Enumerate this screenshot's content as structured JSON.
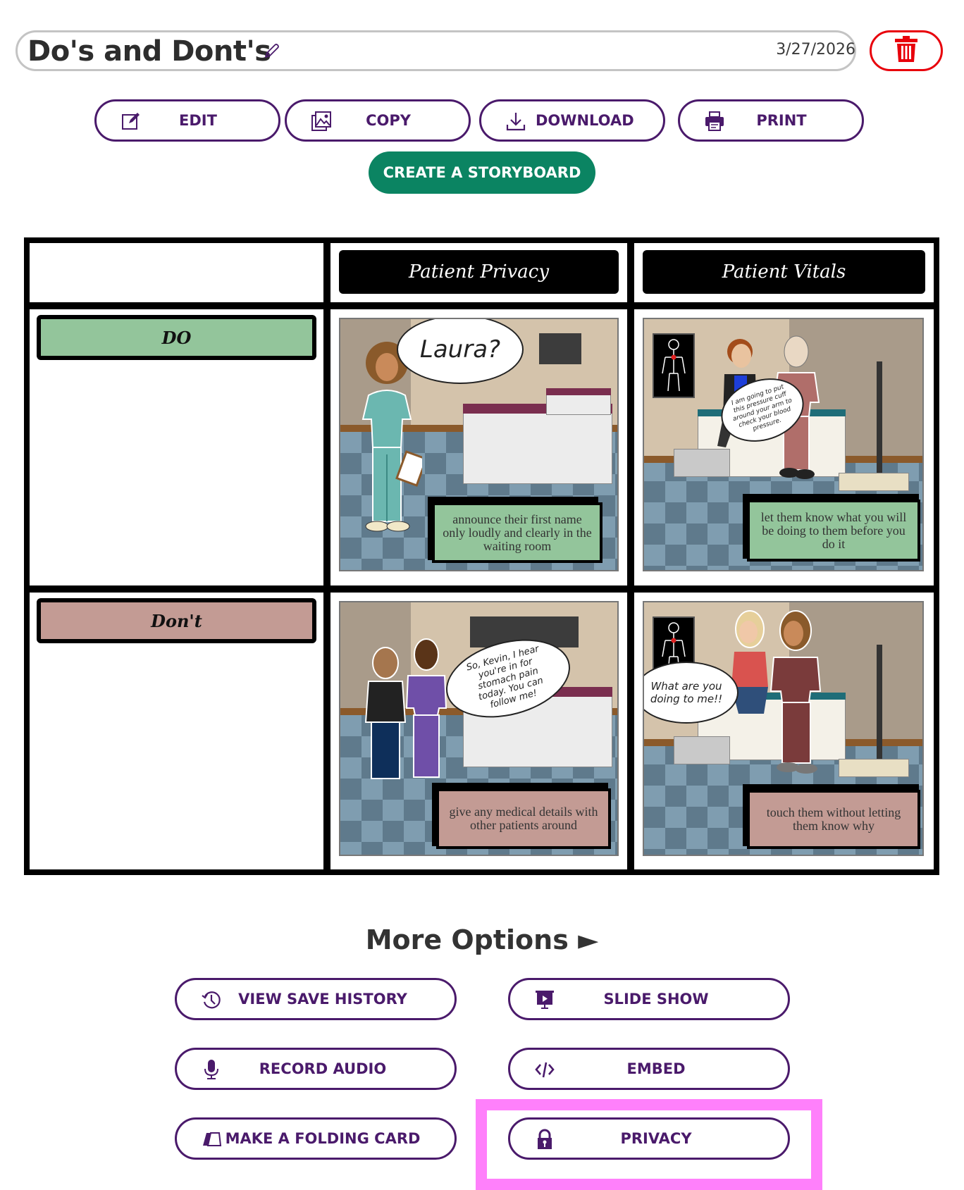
{
  "header": {
    "title": "Do's and Dont's",
    "date": "3/27/2026",
    "edit_title_icon": "pencil-icon",
    "delete_icon": "trash-icon"
  },
  "actions": {
    "edit": "EDIT",
    "copy": "COPY",
    "download": "DOWNLOAD",
    "print": "PRINT",
    "create": "CREATE A STORYBOARD"
  },
  "storyboard": {
    "columns": [
      "Patient Privacy",
      "Patient Vitals"
    ],
    "rows": [
      {
        "label": "DO",
        "color": "#93c59b",
        "cells": [
          {
            "speech": "Laura?",
            "caption": "announce their first name only loudly and clearly in the waiting room"
          },
          {
            "speech": "I am going to put this pressure cuff around your arm to check your blood pressure.",
            "caption": "let them know what you will be doing to them before you do it"
          }
        ]
      },
      {
        "label": "Don't",
        "color": "#c39b94",
        "cells": [
          {
            "speech": "So, Kevin, I hear you're in for stomach pain today. You can follow me!",
            "caption": "give any medical details with other patients around"
          },
          {
            "speech": "What are you doing to me!!",
            "caption": "touch them without letting them know why"
          }
        ]
      }
    ]
  },
  "more_options": {
    "title": "More Options ►",
    "buttons": {
      "history": "VIEW SAVE HISTORY",
      "slideshow": "SLIDE SHOW",
      "audio": "RECORD AUDIO",
      "embed": "EMBED",
      "folding": "MAKE A FOLDING CARD",
      "privacy": "PRIVACY"
    }
  },
  "colors": {
    "brand_purple": "#4a1a6b",
    "create_green": "#0b8462",
    "delete_red": "#e8000b",
    "highlight_pink": "#ff80fb"
  }
}
